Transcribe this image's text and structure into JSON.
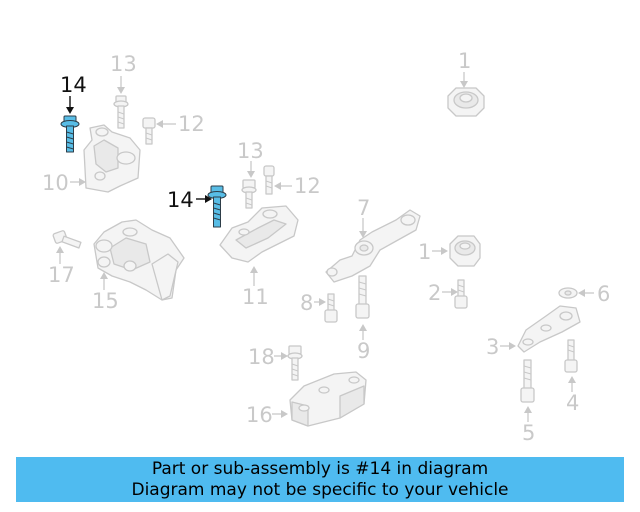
{
  "diagram": {
    "highlighted_part": "14",
    "callouts": {
      "c14a": "14",
      "c13a": "13",
      "c12a": "12",
      "c10": "10",
      "c1a": "1",
      "c14b": "14",
      "c13b": "13",
      "c12b": "12",
      "c7": "7",
      "c17": "17",
      "c15": "15",
      "c11": "11",
      "c1b": "1",
      "c2": "2",
      "c6": "6",
      "c8": "8",
      "c9": "9",
      "c18": "18",
      "c3": "3",
      "c4": "4",
      "c16": "16",
      "c5": "5"
    },
    "colors": {
      "highlight": "#58bde6",
      "banner": "#4fbbf0",
      "line_art": "#c8c8c8"
    }
  },
  "banner": {
    "line1": "Part or sub-assembly is #14 in diagram",
    "line2": "Diagram may not be specific to your vehicle"
  }
}
